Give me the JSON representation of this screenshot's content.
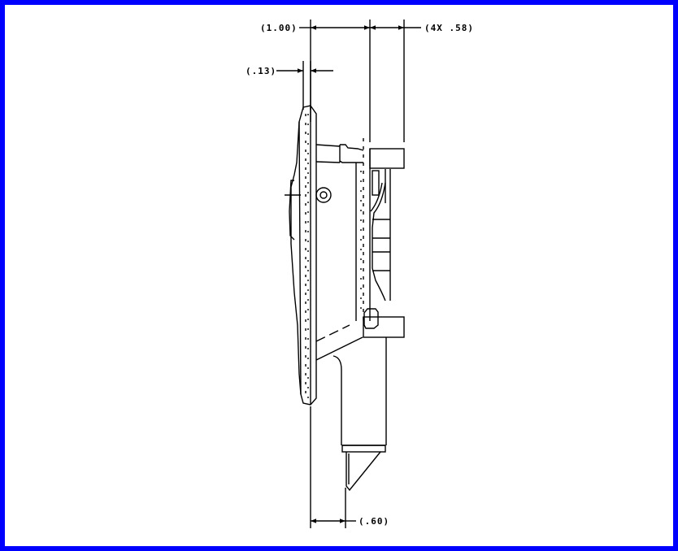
{
  "drawing": {
    "border_color": "#0000FF",
    "line_color": "#000000",
    "view": "side-elevation",
    "dimensions": {
      "top_left": "(1.00)",
      "top_right": "(4X .58)",
      "plate_thickness": "(.13)",
      "bottom": "(.60)"
    }
  }
}
